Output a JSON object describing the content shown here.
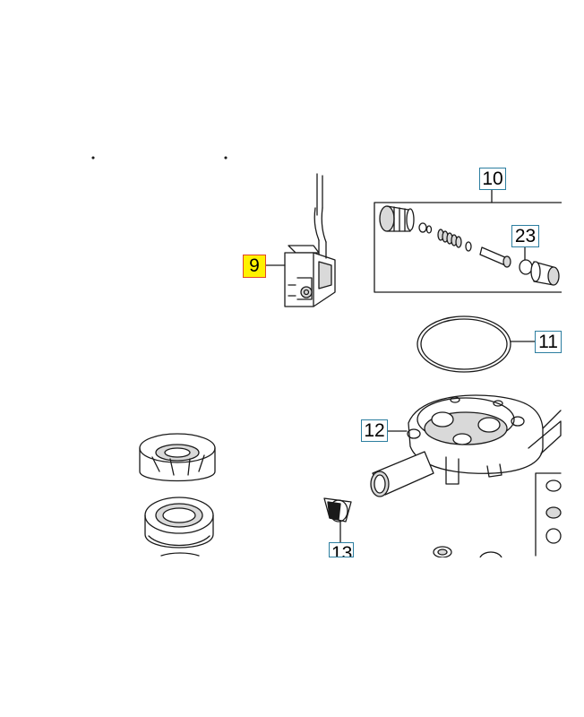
{
  "diagram": {
    "callouts": [
      {
        "id": "9",
        "label": "9",
        "highlighted": true
      },
      {
        "id": "10",
        "label": "10",
        "highlighted": false
      },
      {
        "id": "23",
        "label": "23",
        "highlighted": false
      },
      {
        "id": "11",
        "label": "11",
        "highlighted": false
      },
      {
        "id": "12",
        "label": "12",
        "highlighted": false
      },
      {
        "id": "13",
        "label": "13",
        "highlighted": false
      }
    ],
    "colors": {
      "line": "#1a1a1a",
      "callout_border": "#2c7ea0",
      "highlight_fill": "#fff200",
      "highlight_border": "#e0452b",
      "part_fill": "#ffffff",
      "part_shade": "#d9d9d9"
    }
  }
}
